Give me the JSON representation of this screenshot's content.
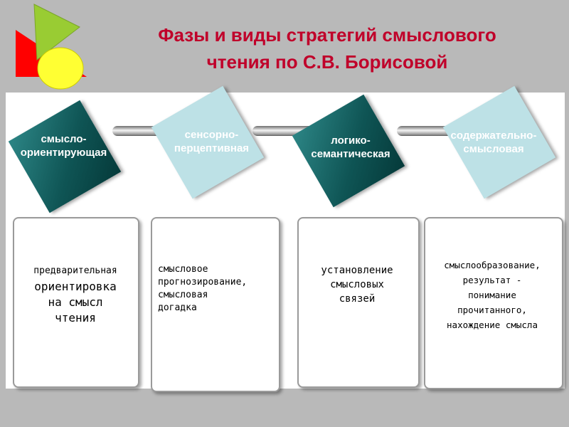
{
  "title": {
    "line1": "Фазы и виды стратегий  смыслового",
    "line2": "чтения по С.В. Борисовой"
  },
  "phases": [
    {
      "label_lines": [
        "смысло-",
        "ориентирующая"
      ],
      "desc_lines": [
        "предварительная",
        "ориентировка",
        "на смысл",
        "чтения"
      ]
    },
    {
      "label_lines": [
        "сенсорно-",
        "перцептивная"
      ],
      "desc_lines": [
        "смысловое",
        "прогнозирование,",
        "смысловая",
        "догадка"
      ]
    },
    {
      "label_lines": [
        "логико-",
        "семантическая"
      ],
      "desc_lines": [
        "установление",
        "смысловых",
        "связей"
      ]
    },
    {
      "label_lines": [
        "содержательно-",
        "смысловая"
      ],
      "desc_lines": [
        "смыслообразование,",
        "результат -",
        "понимание",
        "прочитанного,",
        "нахождение смысла"
      ]
    }
  ],
  "colors": {
    "title": "#c0002a",
    "dark_diamond": "#0f5555",
    "light_diamond": "#bde1e6",
    "triangle_red": "#ff0000",
    "triangle_green": "#99cc33",
    "circle_yellow": "#ffff33"
  }
}
